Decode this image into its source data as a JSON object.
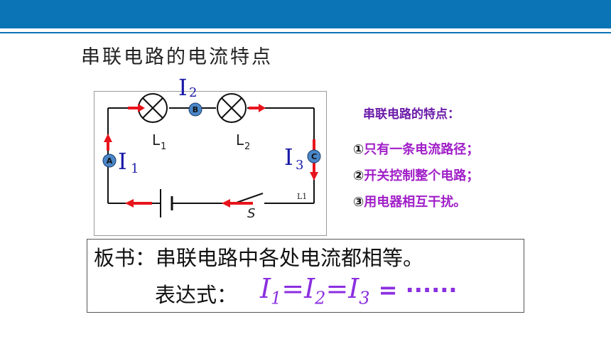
{
  "slide": {
    "title": "串联电路的电流特点"
  },
  "circuit": {
    "label_I2": "I",
    "sub_I2": "2",
    "label_I1": "I",
    "sub_I1": "1",
    "label_I3": "I",
    "sub_I3": "3",
    "point_A": "A",
    "point_B": "B",
    "point_C": "C",
    "lamp1": "L",
    "lamp1_sub": "1",
    "lamp2": "L",
    "lamp2_sub": "2",
    "switch_label": "S",
    "small_label": "L1",
    "colors": {
      "arrow": "#e8141c",
      "node": "#4a86c8",
      "label": "#1a1aa8"
    }
  },
  "notes": {
    "title": "串联电路的特点：",
    "items": [
      {
        "num": "①",
        "text": "只有一条电流路径；"
      },
      {
        "num": "②",
        "text": "开关控制整个电路；"
      },
      {
        "num": "③",
        "text": "用电器相互干扰。"
      }
    ]
  },
  "board": {
    "line1": "板书：串联电路中各处电流都相等。",
    "line2_prefix": "表达式：",
    "f_I": "I",
    "s1": "1",
    "s2": "2",
    "s3": "3",
    "eq": "=",
    "tail": "= ······"
  },
  "colors": {
    "header": "#0b74b7",
    "notes_title": "#6a1aa8",
    "notes_item": "#a01ec8",
    "formula": "#8b2fe0"
  }
}
